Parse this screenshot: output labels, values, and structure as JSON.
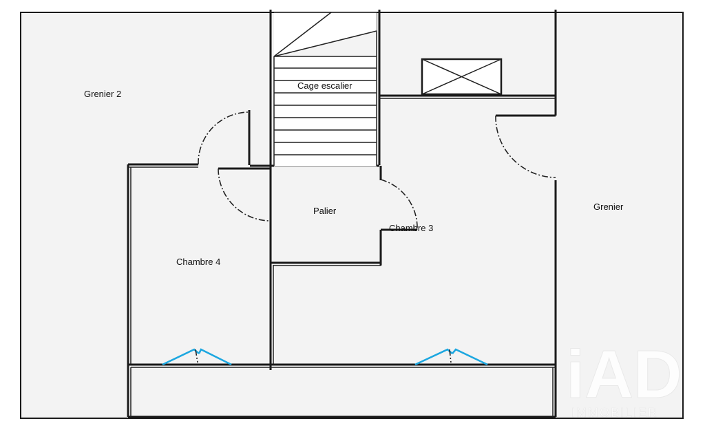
{
  "rooms": {
    "grenier2": "Grenier 2",
    "cage_escalier": "Cage escalier",
    "palier": "Palier",
    "chambre3": "Chambre 3",
    "chambre4": "Chambre 4",
    "grenier": "Grenier"
  },
  "watermark": "iAD IMMOBILIER",
  "colors": {
    "floor": "#f3f3f3",
    "wall": "#1a1a1a",
    "window": "#1ca7e0",
    "watermark": "#ffffff"
  }
}
